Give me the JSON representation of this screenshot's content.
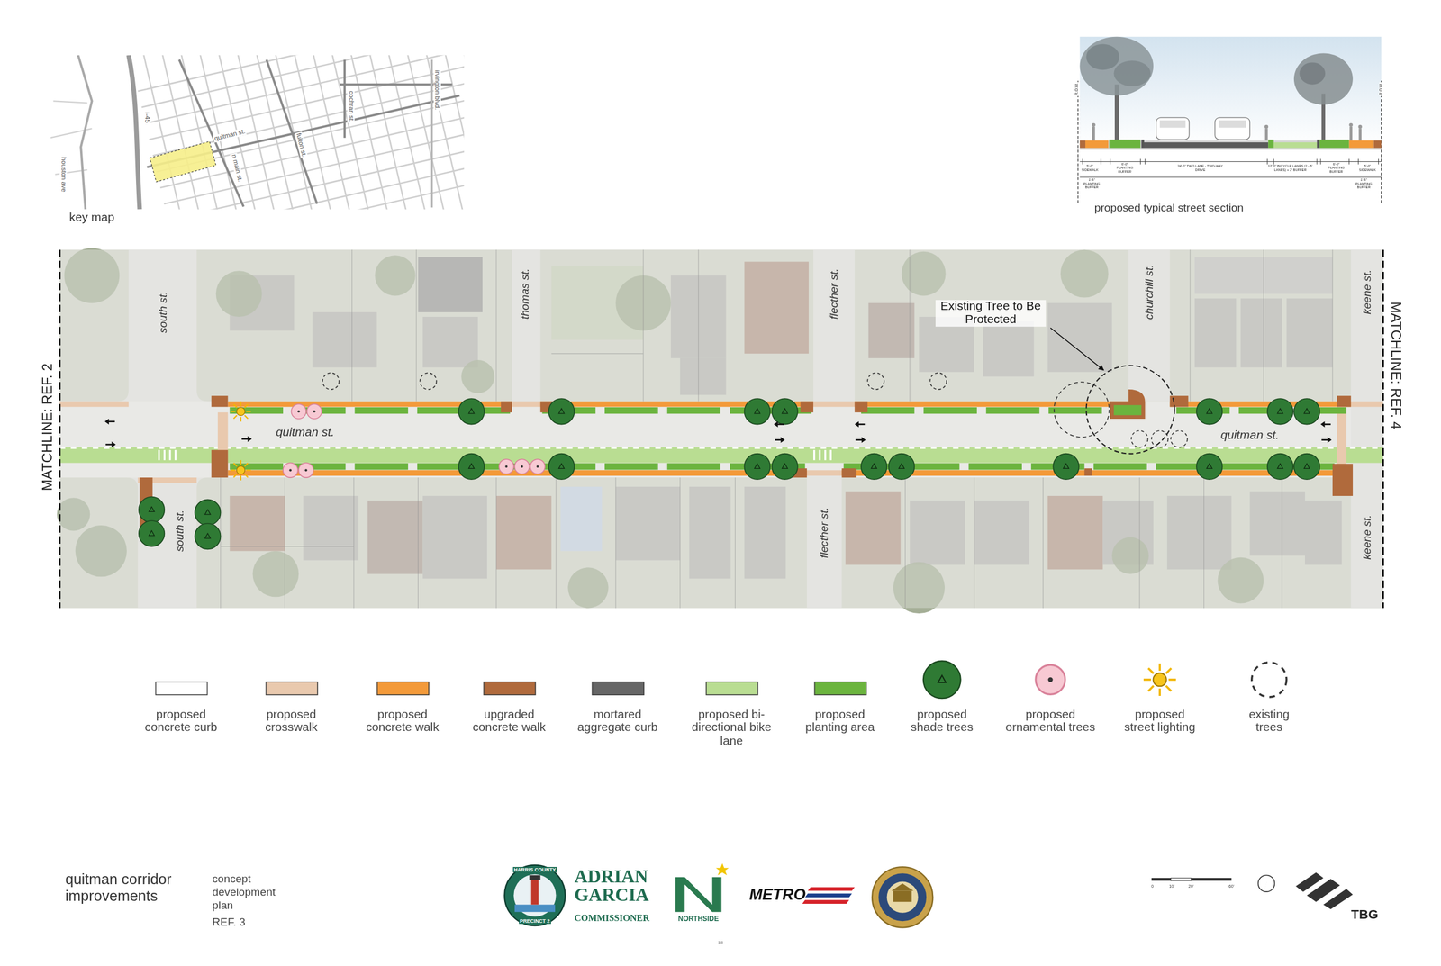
{
  "diagram": {
    "title": "quitman corridor improvements",
    "labels": [
      "key map",
      "houston ave",
      "i-45",
      "quitman st.",
      "n main st.",
      "fulton st.",
      "cochran st.",
      "irvington blvd.",
      "proposed typical street section",
      "R.O.W.",
      "R.O.W.",
      "5'-0\" SIDEWALK",
      "6'-0\" PLANTING BUFFER",
      "24'-0\" TWO LANE - TWO-WAY DRIVE",
      "12'-0\" BICYCLE LANES (2 - 5' LANES) + 2' BUFFER",
      "6'-0\" PLANTING BUFFER",
      "5'-0\" SIDEWALK",
      "1'-6\" PLANTING BUFFER",
      "1'-6\" PLANTING BUFFER",
      "MATCHLINE: REF. 2",
      "MATCHLINE: REF. 4",
      "south st.",
      "thomas st.",
      "flecther st.",
      "churchill st.",
      "keene st.",
      "quitman st.",
      "Existing Tree to Be Protected",
      "quitman st.",
      "south st.",
      "flecther st.",
      "keene st.",
      "concept development plan",
      "REF. 3",
      "HARRIS COUNTY",
      "PRECINCT 2",
      "ADRIAN GARCIA",
      "COMMISSIONER",
      "NORTHSIDE",
      "METRO",
      "18",
      "0",
      "10'",
      "20'",
      "60'",
      "TBG"
    ],
    "legend": [
      {
        "text": "proposed concrete curb",
        "color": "#ffffff"
      },
      {
        "text": "proposed crosswalk",
        "color": "#e9c9ae"
      },
      {
        "text": "proposed concrete walk",
        "color": "#f39a3a"
      },
      {
        "text": "upgraded concrete walk",
        "color": "#b06a3c"
      },
      {
        "text": "mortared aggregate curb",
        "color": "#666666"
      },
      {
        "text": "proposed bi-directional bike lane",
        "color": "#b9dd92"
      },
      {
        "text": "proposed planting area",
        "color": "#6bb43e"
      },
      {
        "text": "proposed shade trees"
      },
      {
        "text": "proposed ornamental trees"
      },
      {
        "text": "proposed street lighting"
      },
      {
        "text": "existing trees"
      }
    ]
  }
}
